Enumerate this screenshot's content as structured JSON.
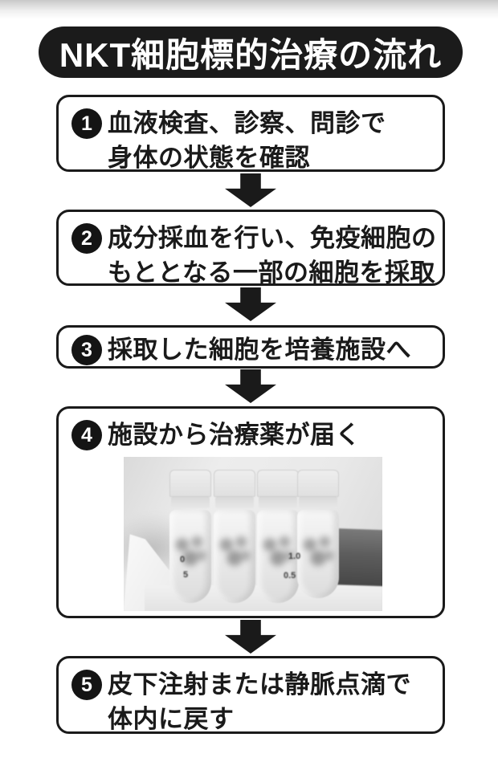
{
  "colors": {
    "ink": "#1a1a1a",
    "banner_background": "#1b1b1b",
    "page_background": "#ffffff"
  },
  "title": {
    "text": "NKT細胞標的治療の流れ"
  },
  "steps": [
    {
      "number": "1",
      "line1": "血液検査、診察、問診で",
      "line2": "身体の状態を確認"
    },
    {
      "number": "2",
      "line1": "成分採血を行い、免疫細胞の",
      "line2": "もととなる一部の細胞を採取"
    },
    {
      "number": "3",
      "line1": "採取した細胞を培養施設へ"
    },
    {
      "number": "4",
      "line1": "施設から治療薬が届く",
      "photo": {
        "description": "grayscale-photo-of-four-medicine-vials",
        "left_vial_marks": [
          "0",
          "5"
        ],
        "right_vial_marks": [
          "1.0",
          "0.5"
        ]
      }
    },
    {
      "number": "5",
      "line1": "皮下注射または静脈点滴で",
      "line2": "体内に戻す"
    }
  ]
}
